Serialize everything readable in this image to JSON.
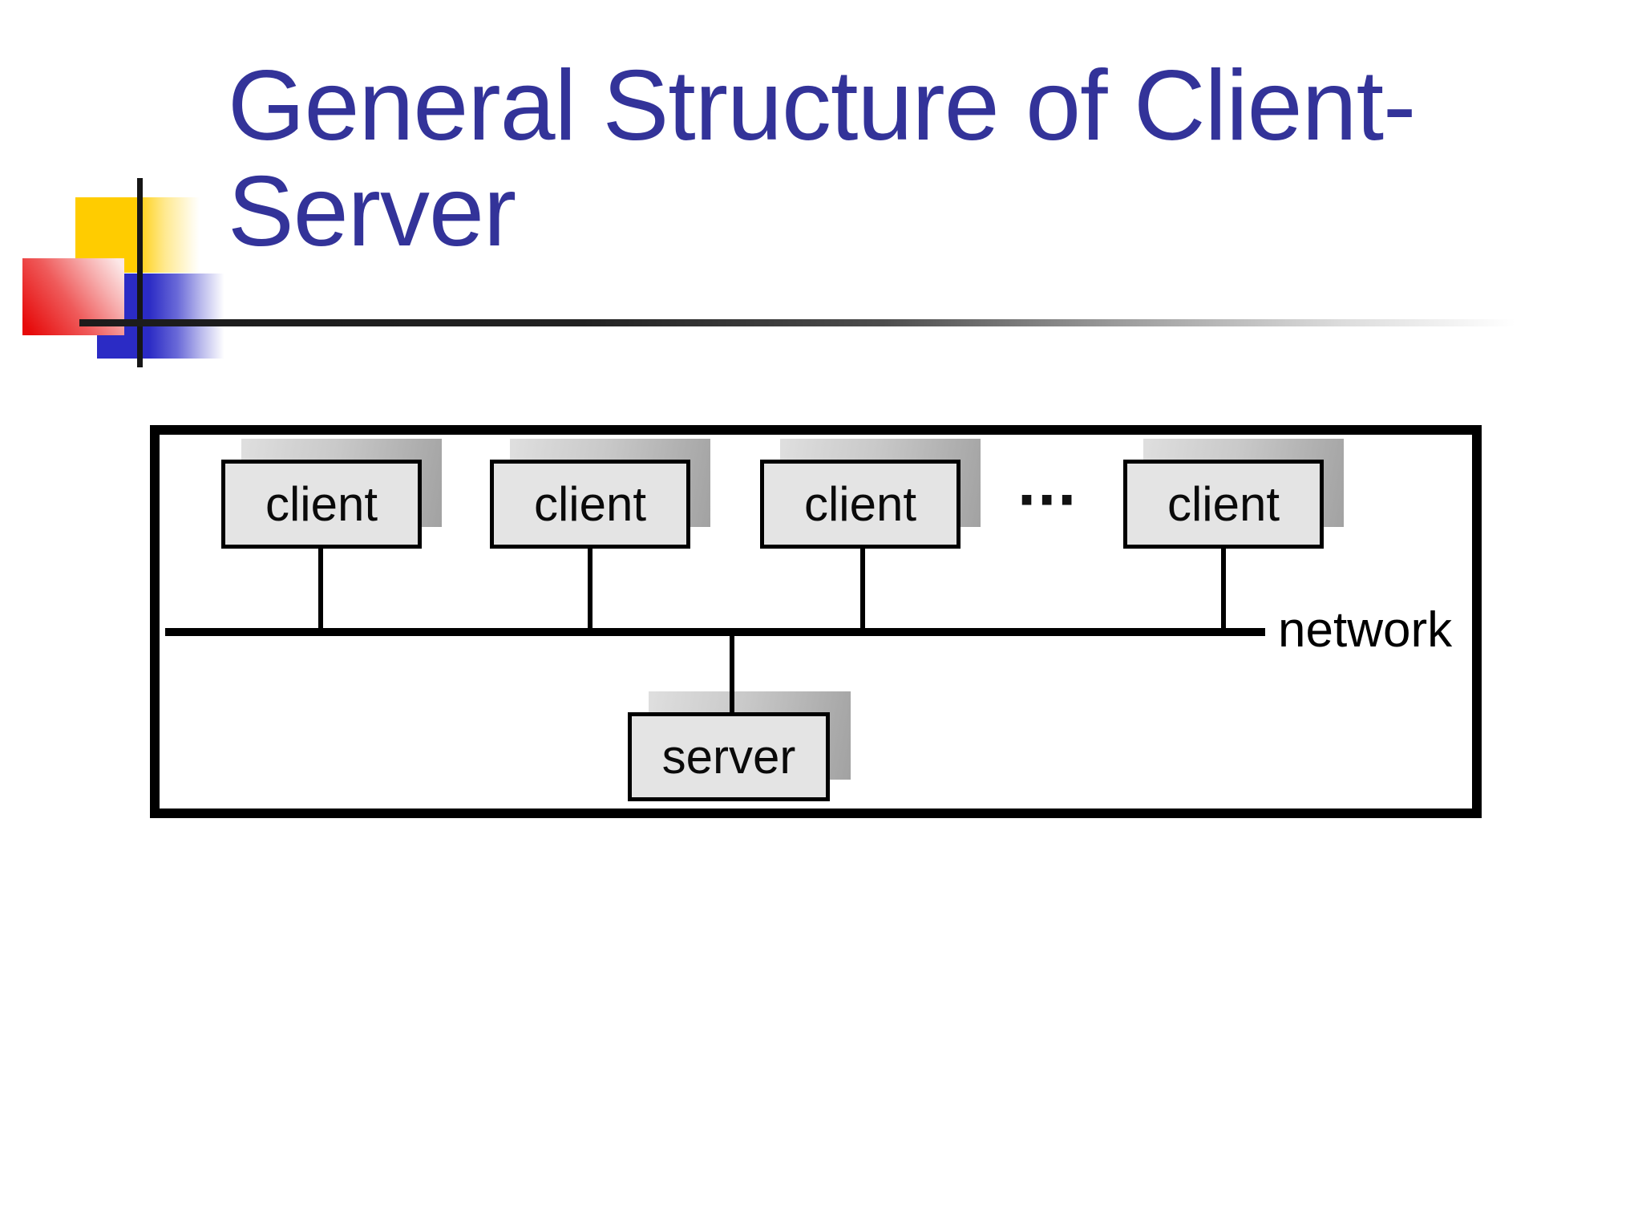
{
  "title": {
    "line1": "General Structure of Client-",
    "line2": "Server"
  },
  "diagram": {
    "client_labels": [
      "client",
      "client",
      "client",
      "client"
    ],
    "ellipsis": "···",
    "network_label": "network",
    "server_label": "server"
  },
  "colors": {
    "title_text": "#333399",
    "node_fill": "#E4E4E4",
    "node_border": "#000000",
    "node_shadow_light": "#DFDFDF",
    "node_shadow_dark": "#A2A2A2",
    "frame_border": "#000000",
    "ornament_yellow": "#FFCC00",
    "ornament_red": "#E60A0A",
    "ornament_blue": "#2B2BC5"
  }
}
